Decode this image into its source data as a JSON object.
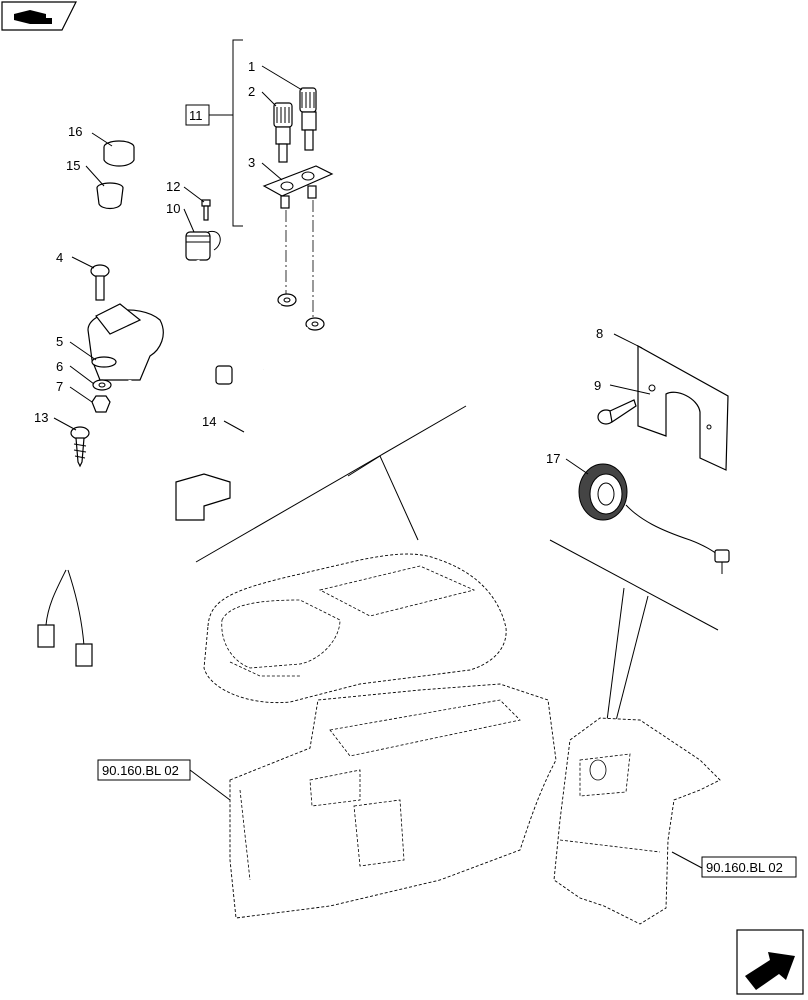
{
  "callouts": {
    "c1": "1",
    "c2": "2",
    "c3": "3",
    "c4": "4",
    "c5": "5",
    "c6": "6",
    "c7": "7",
    "c8": "8",
    "c9": "9",
    "c10": "10",
    "c11": "11",
    "c12": "12",
    "c13": "13",
    "c14": "14",
    "c15": "15",
    "c16": "16",
    "c17": "17"
  },
  "references": {
    "left": "90.160.BL 02",
    "right": "90.160.BL 02"
  },
  "icons": {
    "top_left": "book-arrow-icon",
    "bottom_right": "next-page-arrow-icon"
  }
}
